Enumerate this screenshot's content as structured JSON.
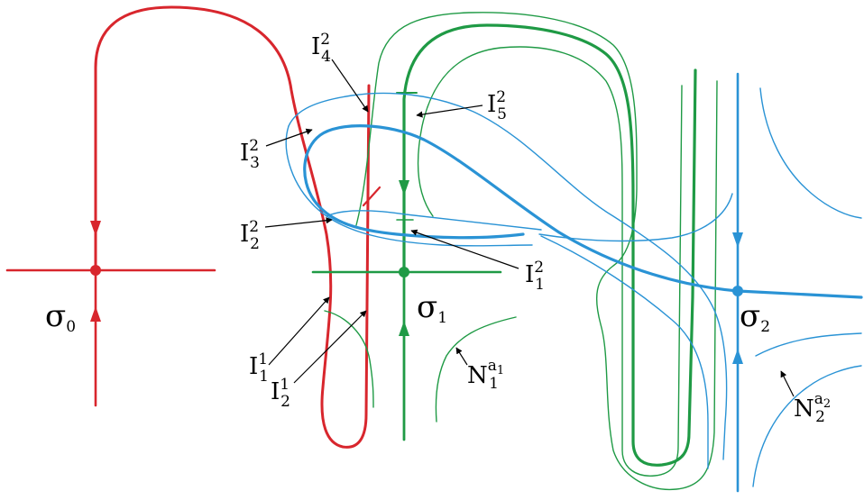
{
  "colors": {
    "red": "#d8262d",
    "green": "#1f9a45",
    "blue": "#2a93d5",
    "ink": "#000000"
  },
  "saddles": [
    {
      "id": "sigma0",
      "symbol": "σ",
      "sub": "0"
    },
    {
      "id": "sigma1",
      "symbol": "σ",
      "sub": "1"
    },
    {
      "id": "sigma2",
      "symbol": "σ",
      "sub": "2"
    }
  ],
  "interval_labels": [
    {
      "id": "I4_2",
      "base": "I",
      "sup": "2",
      "sub": "4"
    },
    {
      "id": "I5_2",
      "base": "I",
      "sup": "2",
      "sub": "5"
    },
    {
      "id": "I3_2",
      "base": "I",
      "sup": "2",
      "sub": "3"
    },
    {
      "id": "I2_2",
      "base": "I",
      "sup": "2",
      "sub": "2"
    },
    {
      "id": "I1_2",
      "base": "I",
      "sup": "2",
      "sub": "1"
    },
    {
      "id": "I1_1",
      "base": "I",
      "sup": "1",
      "sub": "1"
    },
    {
      "id": "I2_1",
      "base": "I",
      "sup": "1",
      "sub": "2"
    }
  ],
  "neighborhood_labels": [
    {
      "id": "N1",
      "base": "N",
      "sup": "a",
      "supsub": "1",
      "sub": "1"
    },
    {
      "id": "N2",
      "base": "N",
      "sup": "a",
      "supsub": "2",
      "sub": "2"
    }
  ]
}
